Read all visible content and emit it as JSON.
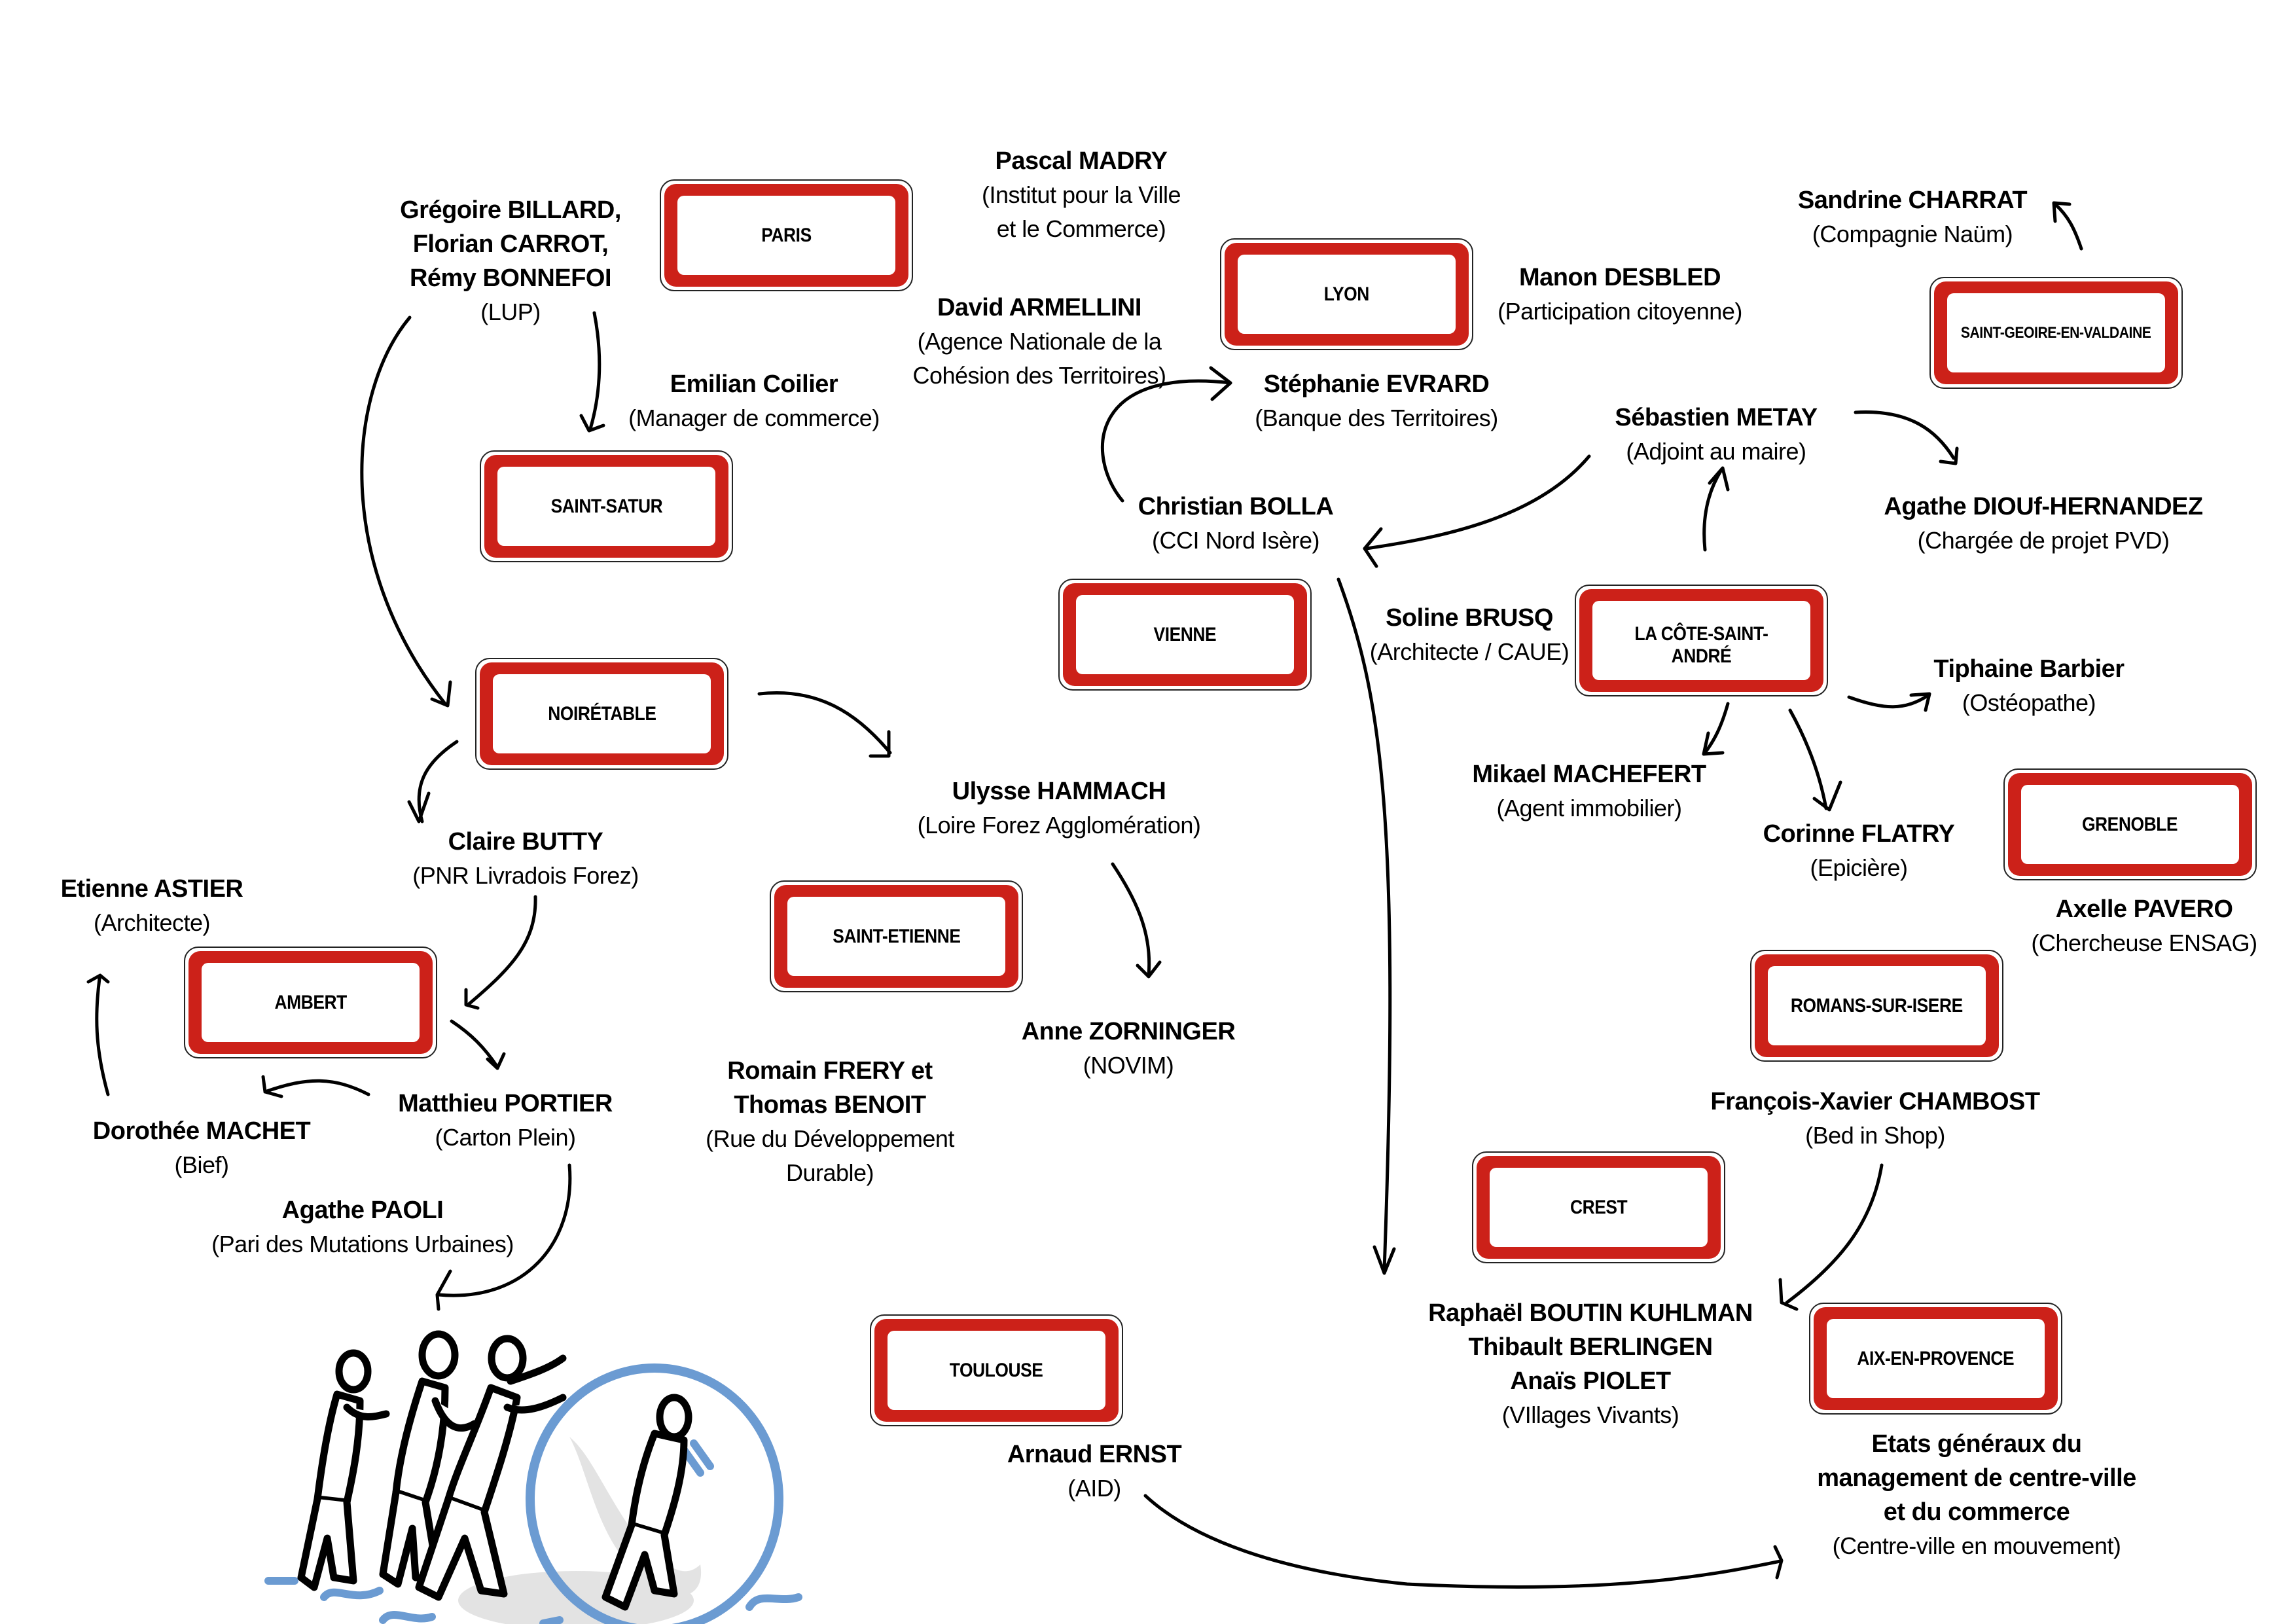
{
  "diagram": {
    "type": "network-of-towns-and-contacts",
    "colors": {
      "sign_red": "#cc2119",
      "sign_border": "#222222",
      "arrow": "#000000",
      "illustration_blue": "#6b9bd2",
      "shadow_gray": "#e3e3e3"
    },
    "signs": [
      {
        "id": "paris",
        "label": "PARIS"
      },
      {
        "id": "saint-satur",
        "label": "SAINT-SATUR"
      },
      {
        "id": "noiretable",
        "label": "NOIRÉTABLE"
      },
      {
        "id": "ambert",
        "label": "AMBERT"
      },
      {
        "id": "saint-etienne",
        "label": "SAINT-ETIENNE"
      },
      {
        "id": "lyon",
        "label": "LYON"
      },
      {
        "id": "vienne",
        "label": "VIENNE"
      },
      {
        "id": "la-cote-saint-andre",
        "label": "LA CÔTE-SAINT-ANDRÉ"
      },
      {
        "id": "saint-geoire-en-valdaine",
        "label": "SAINT-GEOIRE-EN-VALDAINE"
      },
      {
        "id": "grenoble",
        "label": "GRENOBLE"
      },
      {
        "id": "romans-sur-isere",
        "label": "ROMANS-SUR-ISERE"
      },
      {
        "id": "crest",
        "label": "CREST"
      },
      {
        "id": "aix-en-provence",
        "label": "AIX-EN-PROVENCE"
      },
      {
        "id": "toulouse",
        "label": "TOULOUSE"
      }
    ],
    "people": [
      {
        "id": "lup",
        "names": [
          "Grégoire BILLARD,",
          "Florian CARROT,",
          "Rémy BONNEFOI"
        ],
        "org": "(LUP)"
      },
      {
        "id": "madry",
        "names": [
          "Pascal MADRY"
        ],
        "org_lines": [
          "(Institut pour la Ville",
          "et le Commerce)"
        ]
      },
      {
        "id": "armellini",
        "names": [
          "David ARMELLINI"
        ],
        "org_lines": [
          "(Agence Nationale de la",
          "Cohésion des Territoires)"
        ]
      },
      {
        "id": "coilier",
        "names": [
          "Emilian Coilier"
        ],
        "org": "(Manager de commerce)"
      },
      {
        "id": "desbled",
        "names": [
          "Manon DESBLED"
        ],
        "org": "(Participation citoyenne)"
      },
      {
        "id": "evrard",
        "names": [
          "Stéphanie EVRARD"
        ],
        "org": "(Banque des Territoires)"
      },
      {
        "id": "bolla",
        "names": [
          "Christian BOLLA"
        ],
        "org": "(CCI Nord Isère)"
      },
      {
        "id": "metay",
        "names": [
          "Sébastien METAY"
        ],
        "org": "(Adjoint au maire)"
      },
      {
        "id": "charrat",
        "names": [
          "Sandrine CHARRAT"
        ],
        "org": "(Compagnie Naüm)"
      },
      {
        "id": "diouf",
        "names": [
          "Agathe DIOUf-HERNANDEZ"
        ],
        "org": "(Chargée de projet PVD)"
      },
      {
        "id": "brusq",
        "names": [
          "Soline BRUSQ"
        ],
        "org": "(Architecte / CAUE)"
      },
      {
        "id": "barbier",
        "names": [
          "Tiphaine Barbier"
        ],
        "org": "(Ostéopathe)"
      },
      {
        "id": "machefert",
        "names": [
          "Mikael MACHEFERT"
        ],
        "org": "(Agent immobilier)"
      },
      {
        "id": "flatry",
        "names": [
          "Corinne FLATRY"
        ],
        "org": "(Epicière)"
      },
      {
        "id": "pavero",
        "names": [
          "Axelle PAVERO"
        ],
        "org": "(Chercheuse ENSAG)"
      },
      {
        "id": "chambost",
        "names": [
          "François-Xavier CHAMBOST"
        ],
        "org": "(Bed in Shop)"
      },
      {
        "id": "villages-vivants",
        "names": [
          "Raphaël BOUTIN KUHLMAN",
          "Thibault BERLINGEN",
          "Anaïs PIOLET"
        ],
        "org": "(VIllages Vivants)"
      },
      {
        "id": "etats-generaux",
        "names": [
          "Etats généraux du",
          "management de centre-ville",
          "et du commerce"
        ],
        "org": "(Centre-ville en mouvement)"
      },
      {
        "id": "ernst",
        "names": [
          "Arnaud ERNST"
        ],
        "org": "(AID)"
      },
      {
        "id": "hammach",
        "names": [
          "Ulysse HAMMACH"
        ],
        "org": "(Loire Forez Agglomération)"
      },
      {
        "id": "zorninger",
        "names": [
          "Anne ZORNINGER"
        ],
        "org": "(NOVIM)"
      },
      {
        "id": "frery-benoit",
        "names": [
          "Romain FRERY et",
          "Thomas BENOIT"
        ],
        "org_lines": [
          "(Rue du Développement",
          "Durable)"
        ]
      },
      {
        "id": "butty",
        "names": [
          "Claire BUTTY"
        ],
        "org": "(PNR Livradois Forez)"
      },
      {
        "id": "astier",
        "names": [
          "Etienne ASTIER"
        ],
        "org": "(Architecte)"
      },
      {
        "id": "portier",
        "names": [
          "Matthieu PORTIER"
        ],
        "org": "(Carton Plein)"
      },
      {
        "id": "machet",
        "names": [
          "Dorothée MACHET"
        ],
        "org": "(Bief)"
      },
      {
        "id": "paoli",
        "names": [
          "Agathe PAOLI"
        ],
        "org": "(Pari des Mutations Urbaines)"
      }
    ],
    "arrows": [
      {
        "from": "lup",
        "to": "saint-satur"
      },
      {
        "from": "lup",
        "to": "noiretable"
      },
      {
        "from": "armellini",
        "to": "evrard",
        "via": "bolla"
      },
      {
        "from": "metay",
        "to": "bolla"
      },
      {
        "from": "bolla",
        "to": "villages-vivants"
      },
      {
        "from": "la-cote-saint-andre",
        "to": "metay"
      },
      {
        "from": "metay",
        "to": "diouf"
      },
      {
        "from": "saint-geoire-en-valdaine",
        "to": "charrat"
      },
      {
        "from": "la-cote-saint-andre",
        "to": "machefert"
      },
      {
        "from": "la-cote-saint-andre",
        "to": "flatry"
      },
      {
        "from": "la-cote-saint-andre",
        "to": "barbier"
      },
      {
        "from": "chambost",
        "to": "villages-vivants"
      },
      {
        "from": "ernst",
        "to": "etats-generaux"
      },
      {
        "from": "noiretable",
        "to": "hammach"
      },
      {
        "from": "noiretable",
        "to": "butty"
      },
      {
        "from": "hammach",
        "to": "zorninger"
      },
      {
        "from": "butty",
        "to": "ambert"
      },
      {
        "from": "ambert",
        "to": "portier"
      },
      {
        "from": "portier",
        "to": "machet"
      },
      {
        "from": "machet",
        "to": "astier"
      },
      {
        "from": "portier",
        "to": "illustration"
      }
    ],
    "illustration": {
      "description": "four people pushing a large ball",
      "figures": 4
    }
  }
}
